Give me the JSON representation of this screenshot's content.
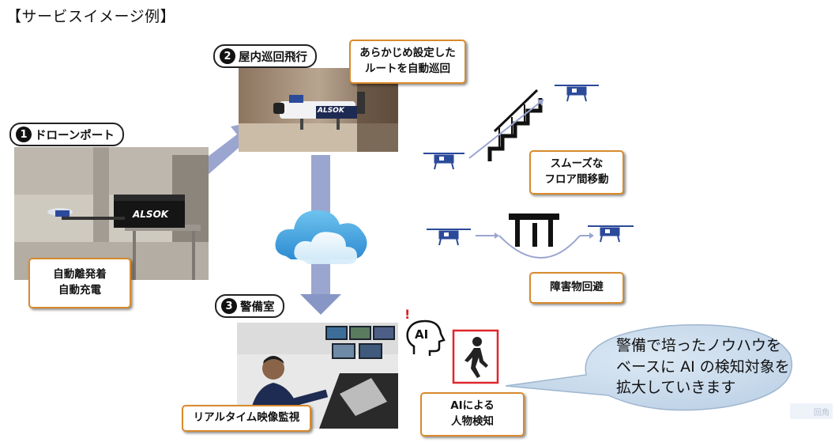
{
  "title": "【サービスイメージ例】",
  "steps": {
    "port": {
      "num": "1",
      "label": "ドローンポート"
    },
    "patrol": {
      "num": "2",
      "label": "屋内巡回飛行"
    },
    "guard": {
      "num": "3",
      "label": "警備室"
    }
  },
  "boxes": {
    "route": [
      "あらかじめ設定した",
      "ルートを自動巡回"
    ],
    "charge": [
      "自動離発着",
      "自動充電"
    ],
    "floor": [
      "スムーズな",
      "フロア間移動"
    ],
    "obstacle": [
      "障害物回避"
    ],
    "monitor": [
      "リアルタイム映像監視"
    ],
    "ai_detect": [
      "AIによる",
      "人物検知"
    ]
  },
  "photo_text": {
    "drone_logo": "ALSOK",
    "port_logo": "ALSOK"
  },
  "ai_head": {
    "text": "AI",
    "alert": "!"
  },
  "bubble": [
    "警備で培ったノウハウを",
    "ベースに AI の検知対象を",
    "拡大していきます"
  ],
  "corner_tag": "回角",
  "colors": {
    "orange": "#d98a2b",
    "arrow": "#9aa6cf",
    "drone": "#2b4a9a",
    "bubble": "#c7d9ea"
  }
}
